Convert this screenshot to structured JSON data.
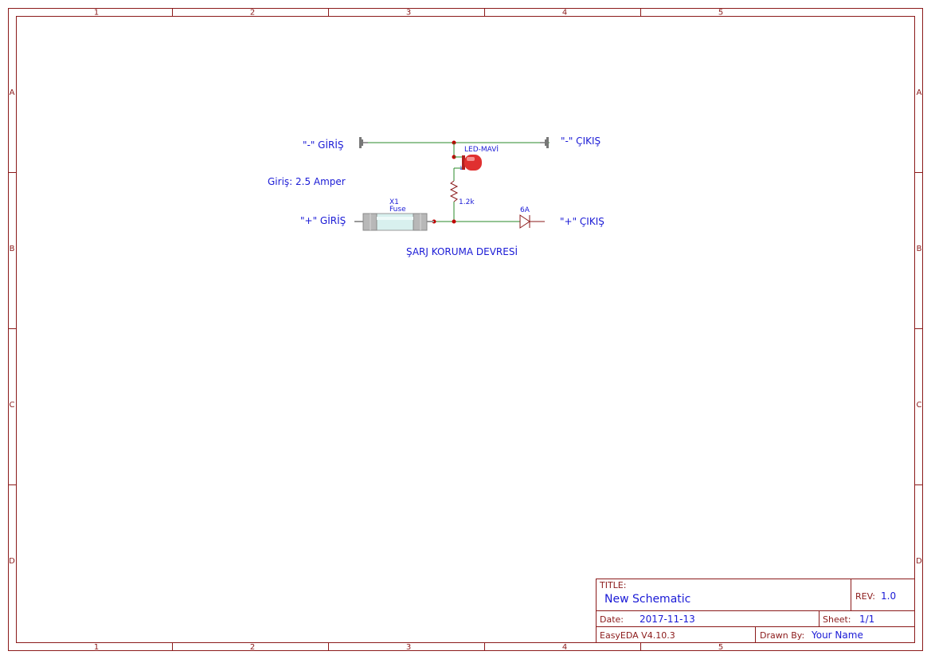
{
  "frame": {
    "columns": [
      "1",
      "2",
      "3",
      "4",
      "5"
    ],
    "rows": [
      "A",
      "B",
      "C",
      "D"
    ]
  },
  "labels": {
    "neg_in": "\"-\" GİRİŞ",
    "neg_out": "\"-\" ÇIKIŞ",
    "pos_in": "\"+\" GİRİŞ",
    "pos_out": "\"+\" ÇIKIŞ",
    "input_current": "Giriş: 2.5 Amper",
    "circuit_title": "ŞARJ KORUMA DEVRESİ"
  },
  "components": {
    "led_name": "LED-MAVİ",
    "resistor_value": "1.2k",
    "fuse_ref": "X1",
    "fuse_name": "Fuse",
    "diode_name": "6A"
  },
  "colors": {
    "frame": "#8b1a1a",
    "wire": "#2a8a2a",
    "text": "#1a1ad6",
    "junction": "#c00000",
    "led": "#e03030"
  },
  "title_block": {
    "title_label": "TITLE:",
    "title_value": "New Schematic",
    "rev_label": "REV:",
    "rev_value": "1.0",
    "date_label": "Date:",
    "date_value": "2017-11-13",
    "sheet_label": "Sheet:",
    "sheet_value": "1/1",
    "software": "EasyEDA V4.10.3",
    "drawn_by_label": "Drawn By:",
    "drawn_by_value": "Your Name"
  }
}
